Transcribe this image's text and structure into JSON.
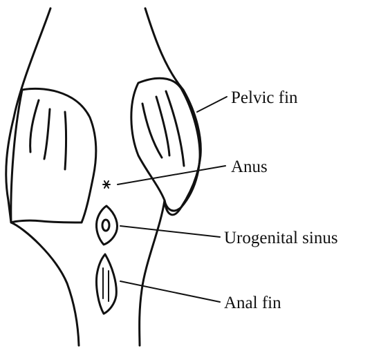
{
  "labels": {
    "pelvic_fin": "Pelvic fin",
    "anus": "Anus",
    "urogenital_sinus": "Urogenital sinus",
    "anal_fin": "Anal fin"
  }
}
